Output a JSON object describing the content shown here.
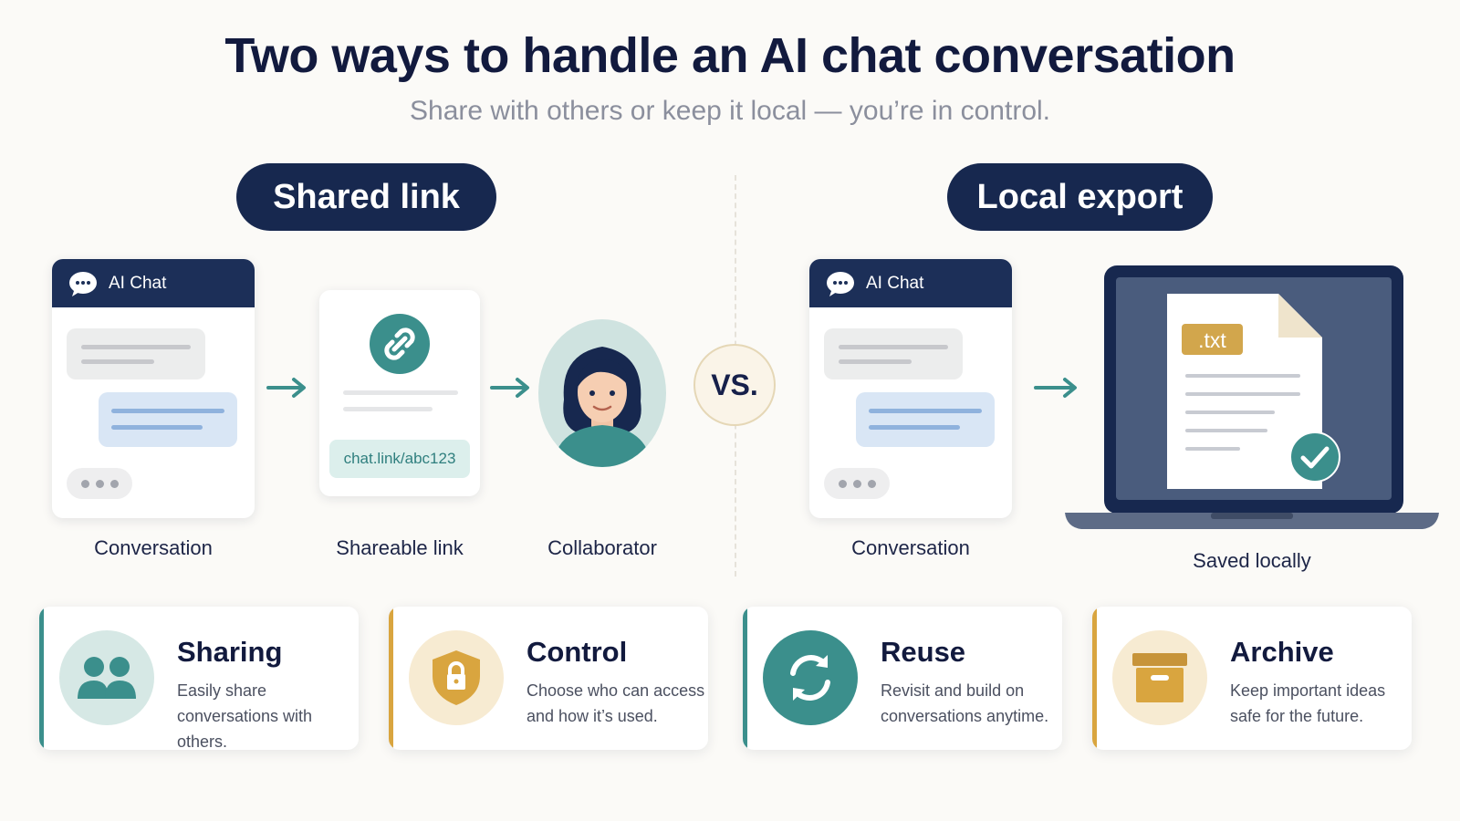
{
  "header": {
    "title": "Two ways to handle an AI chat conversation",
    "subtitle": "Share with others or keep it local — you’re in control."
  },
  "left_section": {
    "label": "Shared link",
    "chat_window_title": "AI Chat",
    "link_text": "chat.link/abc123",
    "captions": [
      "Conversation",
      "Shareable link",
      "Collaborator"
    ]
  },
  "vs_label": "VS.",
  "right_section": {
    "label": "Local export",
    "chat_window_title": "AI Chat",
    "file_extension": ".txt",
    "captions": [
      "Conversation",
      "Saved locally"
    ]
  },
  "features": [
    {
      "title": "Sharing",
      "description": "Easily share conversations with others.",
      "icon": "people-icon",
      "accent": "#3b8f8c"
    },
    {
      "title": "Control",
      "description": "Choose who can access and how it’s used.",
      "icon": "shield-lock-icon",
      "accent": "#d9a53f"
    },
    {
      "title": "Reuse",
      "description": "Revisit and build on conversations anytime.",
      "icon": "refresh-icon",
      "accent": "#3b8f8c"
    },
    {
      "title": "Archive",
      "description": "Keep important ideas safe for the future.",
      "icon": "archive-box-icon",
      "accent": "#d9a53f"
    }
  ],
  "colors": {
    "navy": "#17284f",
    "teal": "#3b8f8c",
    "gold": "#d9a53f",
    "background": "#fbfaf7"
  }
}
